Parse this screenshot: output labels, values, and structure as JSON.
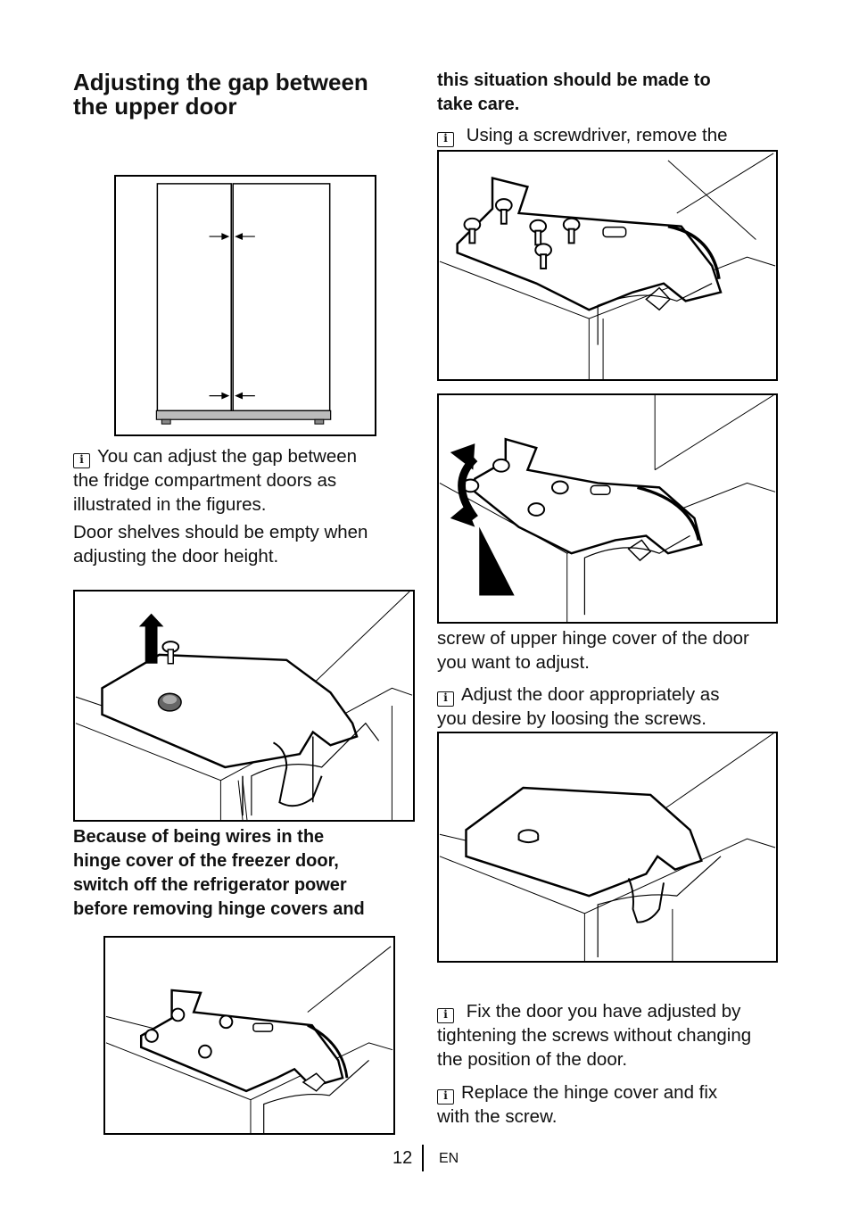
{
  "left": {
    "title_line1": "Adjusting the gap between",
    "title_line2": "the upper door",
    "para1_line1": "You can adjust the gap between",
    "para1_line2": "the fridge compartment doors as",
    "para1_line3": "illustrated in the figures.",
    "para2_line1": "Door shelves should be empty when",
    "para2_line2": "adjusting the door height.",
    "warn_line1": "Because of being wires in the",
    "warn_line2": "hinge cover of the freezer door,",
    "warn_line3": "switch off the refrigerator power",
    "warn_line4": "before removing hinge covers and"
  },
  "right": {
    "cont_line1": "this situation should be made to",
    "cont_line2": "take care.",
    "step1_line1": "Using a screwdriver, remove the",
    "step1_line2": "screw of upper hinge cover of the door",
    "step1_line3": "you want to adjust.",
    "step2_line1": "Adjust the door appropriately as",
    "step2_line2": "you desire by loosing the screws.",
    "step3_line1": "Fix the door you have adjusted by",
    "step3_line2": "tightening the screws without changing",
    "step3_line3": "the position of the door.",
    "step4_line1": "Replace the hinge cover and fix",
    "step4_line2": "with the screw."
  },
  "icons": {
    "info": "info-icon"
  },
  "footer": {
    "page_number": "12",
    "language": "EN"
  }
}
